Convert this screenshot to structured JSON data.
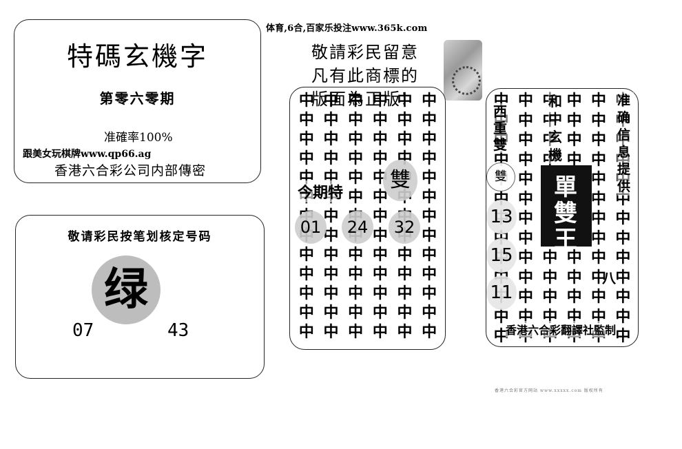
{
  "banner": "体育,6合,百家乐投注www.365k.com",
  "box1": {
    "title": "特碼玄機字",
    "issue": "第零六零期",
    "accuracy": "准確率100%",
    "ad": "跟美女玩棋牌www.qp66.ag",
    "source": "香港六合彩公司内部傳密"
  },
  "box2": {
    "hint": "敬请彩民按笔划核定号码",
    "character": "绿",
    "numbers": [
      "07",
      "43"
    ]
  },
  "notice": {
    "line1": "敬請彩民留意",
    "line2": "凡有此商標的",
    "line3": "版面為正版!"
  },
  "grid_char": "中",
  "box3": {
    "label": "今期特",
    "badge": "雙",
    "numbers": [
      "01",
      "24",
      "32"
    ]
  },
  "box4": {
    "left_label": "西重雙",
    "left_badge": "雙",
    "numbers": [
      "13",
      "15",
      "11"
    ],
    "middle_label": "和中玄機",
    "right_label": "准确信息提供",
    "panel_top": "單",
    "panel_mid": "雙",
    "panel_bot": "王",
    "row_extra": "八",
    "footer": "香港六合彩翻譯社監制"
  },
  "bottom_fine_print": "香港六合彩官方网站 www.xxxxx.com 版权所有"
}
